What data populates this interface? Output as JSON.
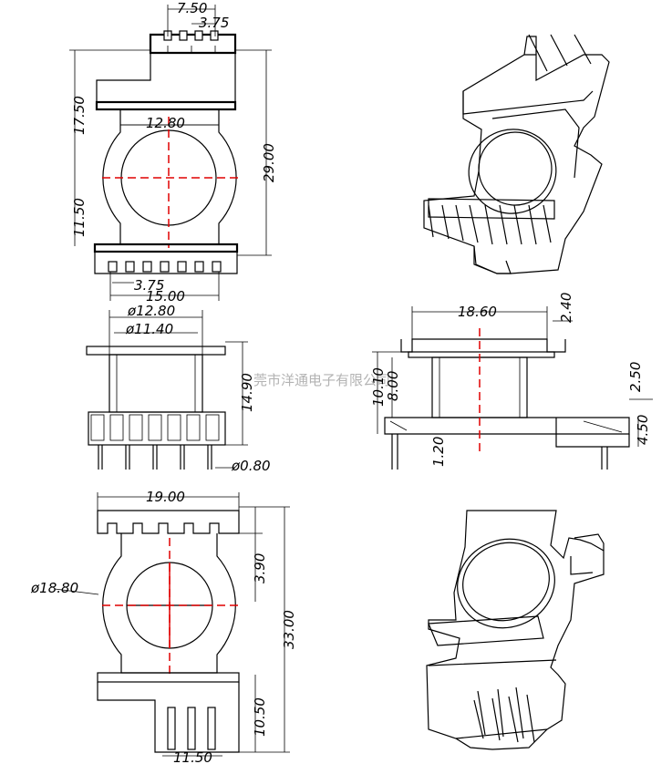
{
  "top_view": {
    "dim_pin_span": "7.50",
    "dim_pin_pitch_top": "3.75",
    "dim_upper_height": "17.50",
    "dim_window": "12.80",
    "dim_total_height": "29.00",
    "dim_lower_height": "11.50",
    "dim_pin_pitch_bottom": "3.75",
    "dim_base_width": "15.00"
  },
  "side_view": {
    "dim_flange_dia": "ø12.80",
    "dim_core_dia": "ø11.40",
    "dim_body_height": "14.90",
    "dim_pin_dia": "ø0.80"
  },
  "front_view": {
    "dim_width": "18.60",
    "dim_top_step": "2.40",
    "dim_height": "10.10",
    "dim_inner": "8.00",
    "dim_pin_len": "1.20",
    "dim_right_step": "2.50",
    "dim_right_pin": "4.50"
  },
  "bottom_view": {
    "dim_top_width": "19.00",
    "dim_circle_dia": "ø18.80",
    "dim_slot_height": "3.90",
    "dim_total_height": "33.00",
    "dim_base_height": "10.50",
    "dim_base_width": "11.50"
  },
  "watermark": "莞市洋通电子有限公司",
  "colors": {
    "line": "#000000",
    "centerline": "#e00000",
    "watermark": "#b3b3b3"
  }
}
